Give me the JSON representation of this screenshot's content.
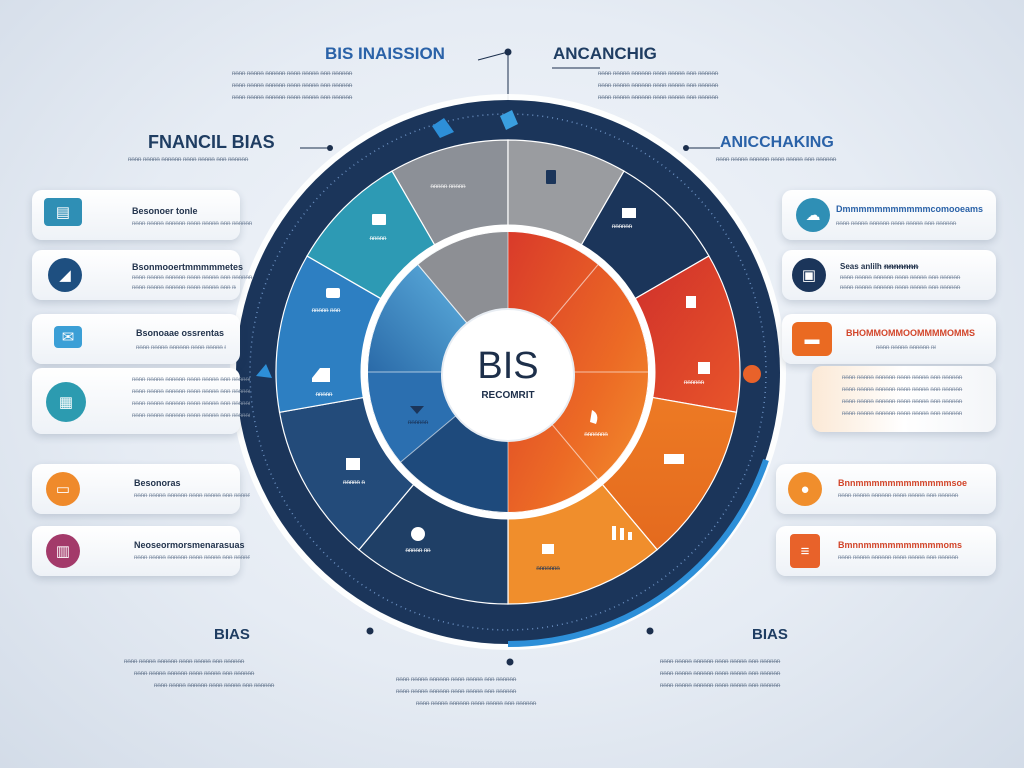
{
  "colors": {
    "navy": "#1b355a",
    "deep_blue": "#2a5f92",
    "blue": "#2d7fc2",
    "light_blue": "#4aa2d9",
    "gray": "#8c9097",
    "red": "#d23a2e",
    "orange": "#ea6a22",
    "amber": "#f08e2c"
  },
  "headings": {
    "top_left": "BIS INAISSION",
    "top_right": "ANCANCHIG",
    "left": "FNANCIL BIAS",
    "right": "ANICCHAKING",
    "bottom_left": "BIAS",
    "bottom_right": "BIAS"
  },
  "center": {
    "title": "BIS",
    "subtitle": "RECOMRIT"
  },
  "segment_labels": {
    "gray_top": "ᵰᵰᵰᵰᵰ ᵰᵰᵰᵰᵰ",
    "teal": "ᵰᵰᵰᵰᵰ",
    "navy_top": "ᵰᵰᵰᵰᵰᵰ",
    "blue_left": "ᵰᵰᵰᵰᵰ ᵰᵰᵰ",
    "blue_mid": "ᵰᵰᵰᵰᵰ",
    "inner_mid": "ᵰᵰᵰᵰᵰᵰ",
    "dark_bottom": "ᵰᵰᵰᵰᵰ ᵰ",
    "red_right": "ᵰᵰᵰᵰᵰᵰ",
    "orange_right": "ᵰᵰᵰᵰᵰᵰᵰ",
    "orange_bottom": "ᵰᵰᵰᵰᵰᵰᵰ",
    "bottom_center": "ᵰᵰᵰᵰᵰ ᵰᵰ"
  },
  "left_cards": [
    {
      "title": "Besonoer tonle",
      "icon": "document-icon",
      "color": "#2f8fb5"
    },
    {
      "title": "Bsonmooertmmmmmetes",
      "icon": "chart-icon",
      "color": "#1e4f80"
    },
    {
      "title": "Bsonoaae ossrentas",
      "icon": "chat-icon",
      "color": "#3b9fd6"
    },
    {
      "title": "ᵰᵰᵰᵰᵰᵰᵰᵰᵰᵰ",
      "icon": "screen-icon",
      "color": "#2c9bb0"
    },
    {
      "title": "Besonoras",
      "icon": "folder-icon",
      "color": "#ef8a2b"
    },
    {
      "title": "Neoseormorsmenarasuas",
      "icon": "building-icon",
      "color": "#a33a6a"
    }
  ],
  "right_cards": [
    {
      "title": "Dmmmmmmmmmmmcomooeams",
      "icon": "cloud-icon",
      "color": "#2f8fb5"
    },
    {
      "title": "Seas anlilh ᵰᵰᵰᵰᵰᵰᵰ",
      "icon": "box-icon",
      "color": "#1b355a"
    },
    {
      "title": "BHOMMOMMOOMMMMOMMS",
      "icon": "briefcase-icon",
      "color": "#ea6a22"
    },
    {
      "title": "ᵰᵰᵰᵰᵰᵰᵰᵰᵰᵰ",
      "icon": "none",
      "color": "#f08e2c"
    },
    {
      "title": "Bnnmmmmmmmmmmmmsoe",
      "icon": "coin-icon",
      "color": "#f08e2c"
    },
    {
      "title": "Bmnnmmmmmmmmmmoms",
      "icon": "report-icon",
      "color": "#e8622a"
    }
  ],
  "filler": {
    "line": "ᵰᵰᵰᵰ ᵰᵰᵰᵰᵰ ᵰᵰᵰᵰᵰᵰ ᵰᵰᵰᵰ ᵰᵰᵰᵰᵰ ᵰᵰᵰ ᵰᵰᵰᵰᵰᵰ"
  }
}
